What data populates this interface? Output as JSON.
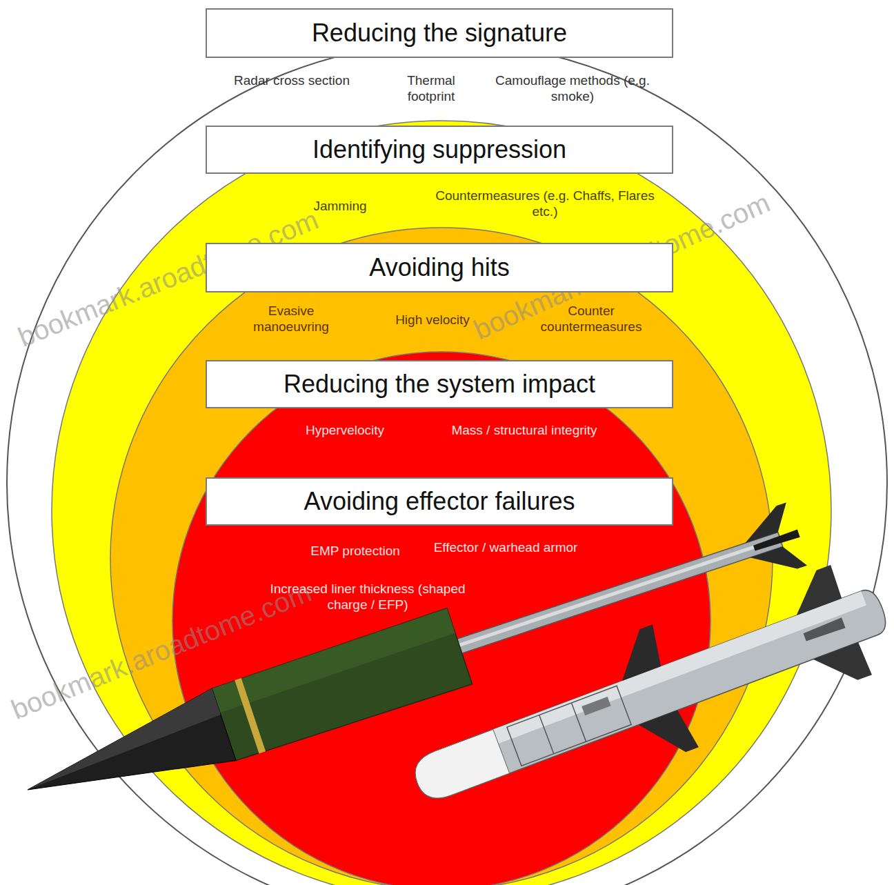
{
  "diagram": {
    "nodes": [
      {
        "text": [
          "Reducing the signature"
        ]
      },
      {
        "text": [
          "Identifying suppression"
        ]
      },
      {
        "text": [
          "Avoiding hits"
        ]
      },
      {
        "text": [
          "Reducing the system impact"
        ]
      },
      {
        "text": [
          "Avoiding effector failures"
        ]
      }
    ],
    "edges": [],
    "labels": [
      "Radar cross section",
      "Thermal footprint",
      "Camouflage methods (e.g. smoke)",
      "Jamming",
      "Countermeasures (e.g. Chaffs, Flares etc.)",
      "Evasive manoeuvring",
      "High velocity",
      "Counter countermeasures",
      "Hypervelocity",
      "Mass / structural integrity",
      "EMP protection",
      "Effector / warhead armor",
      "Increased liner thickness (shaped charge / EFP)",
      "bookmark.aroadtome.com",
      "bookmark.aroadtome.com",
      "bookmark.aroadtome.com"
    ]
  }
}
